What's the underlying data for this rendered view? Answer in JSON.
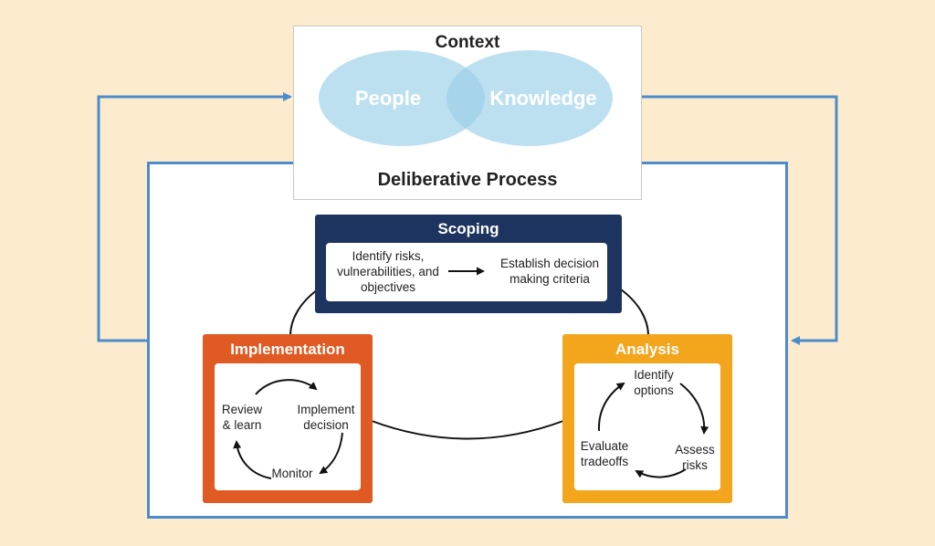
{
  "context": {
    "title": "Context",
    "circles": [
      "People",
      "Knowledge"
    ]
  },
  "process": {
    "title": "Deliberative Process"
  },
  "scoping": {
    "title": "Scoping",
    "step1": "Identify risks, vulnerabilities, and objectives",
    "step2": "Establish decision making criteria"
  },
  "implementation": {
    "title": "Implementation",
    "cycle": [
      "Implement decision",
      "Monitor",
      "Review & learn"
    ]
  },
  "analysis": {
    "title": "Analysis",
    "cycle": [
      "Identify options",
      "Assess risks",
      "Evaluate tradeoffs"
    ]
  },
  "colors": {
    "background": "#fdebcd",
    "frame_blue": "#4d8ccc",
    "scoping": "#1d3461",
    "implementation": "#e05a24",
    "analysis": "#f3a51c",
    "venn": "#99cfe8"
  }
}
